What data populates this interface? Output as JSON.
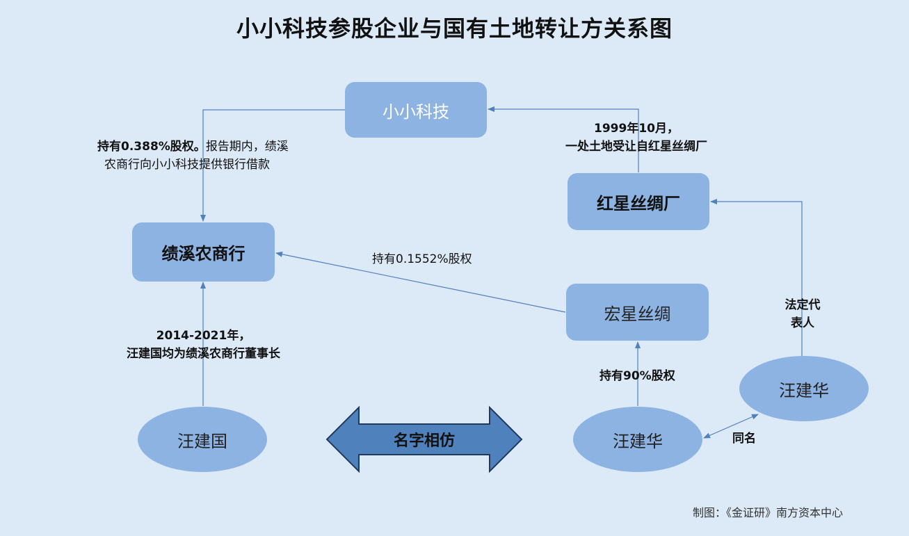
{
  "title": "小小科技参股企业与国有土地转让方关系图",
  "nodes": {
    "xiaoxiao": "小小科技",
    "hongxing_factory": "红星丝绸厂",
    "jixi_bank": "绩溪农商行",
    "hongxing_silk": "宏星丝绸",
    "wang_jianguo": "汪建国",
    "wang_jianhua_1": "汪建华",
    "wang_jianhua_2": "汪建华"
  },
  "labels": {
    "bank_to_xiaoxiao_bold": "持有0.388%股权。",
    "bank_to_xiaoxiao_rest_1": "报告期内，绩溪",
    "bank_to_xiaoxiao_rest_2": "农商行向小小科技提供银行借款",
    "land_1": "1999年10月，",
    "land_2": "一处土地受让自红星丝绸厂",
    "silk_to_bank": "持有0.1552%股权",
    "chairman_1": "2014-2021年，",
    "chairman_2": "汪建国均为绩溪农商行董事长",
    "hold_90": "持有90%股权",
    "legal_rep_1": "法定代",
    "legal_rep_2": "表人",
    "same_name": "同名",
    "similar_name": "名字相仿"
  },
  "credit": "制图：《金证研》南方资本中心",
  "colors": {
    "background": "#dce9f6",
    "node": "#8db3e2",
    "line": "#4f81bd",
    "big_arrow": "#4f81bd"
  }
}
